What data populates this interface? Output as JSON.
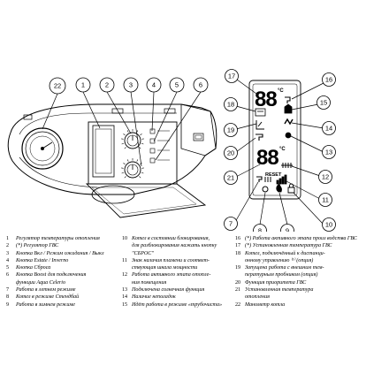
{
  "callouts_left": [
    "22",
    "1",
    "2",
    "3",
    "4",
    "5",
    "6"
  ],
  "callouts_right": [
    "17",
    "16",
    "18",
    "15",
    "19",
    "14",
    "20",
    "13",
    "12",
    "21",
    "11",
    "7",
    "8",
    "9",
    "10"
  ],
  "display": {
    "top_digits": "88",
    "top_unit": "°C",
    "bottom_digits": "88",
    "bottom_unit": "°C",
    "reset_label": "RESET"
  },
  "legend": {
    "col1": [
      {
        "n": "1",
        "text": "Регулятор температуры отопления"
      },
      {
        "n": "2",
        "text": "(*) Регулятор ГВС"
      },
      {
        "n": "3",
        "text": "Кнопка Вкл / Режим ожидания / Выкл"
      },
      {
        "n": "4",
        "text": "Кнопка Estate / Inverno"
      },
      {
        "n": "5",
        "text": "Кнопка Сброса"
      },
      {
        "n": "6",
        "text": "Кнопка Boost для подключения"
      },
      {
        "n": "",
        "text": "функции Aqua Celerio"
      },
      {
        "n": "7",
        "text": "Работа в летнем режиме"
      },
      {
        "n": "8",
        "text": "Котел в режиме Стендбай"
      },
      {
        "n": "9",
        "text": "Работа в зимнем режиме"
      }
    ],
    "col2": [
      {
        "n": "10",
        "text": "Котел в состоянии блокирования,"
      },
      {
        "n": "",
        "text": "для разблокирования нажать кнопку"
      },
      {
        "n": "",
        "text": "\"СБРОС\""
      },
      {
        "n": "11",
        "text": "Знак наличия пламени и соответ-"
      },
      {
        "n": "",
        "text": "ствующая шкала мощности"
      },
      {
        "n": "12",
        "text": "Работа активного этапа отопле-"
      },
      {
        "n": "",
        "text": "ния помещения"
      },
      {
        "n": "13",
        "text": "Подключена солнечная функция"
      },
      {
        "n": "14",
        "text": "Наличие неполадок"
      },
      {
        "n": "15",
        "text": "Идёт работа в режиме «трубочиста»"
      }
    ],
    "col3": [
      {
        "n": "16",
        "text": "(*) Работа активного этапа произ водства ГВС"
      },
      {
        "n": "17",
        "text": "(*) Установленная температура ГВС"
      },
      {
        "n": "18",
        "text": "Котел, подключённый к дистанци-"
      },
      {
        "n": "",
        "text": "онному управлению ⁽¹⁾ (опция)"
      },
      {
        "n": "19",
        "text": "Запущена работа с внешним тем-"
      },
      {
        "n": "",
        "text": "пературным пробником (опция)"
      },
      {
        "n": "20",
        "text": "Функция приоритета ГВС"
      },
      {
        "n": "21",
        "text": "Установленная температура"
      },
      {
        "n": "",
        "text": "отопления"
      },
      {
        "n": "22",
        "text": "Манометр котла"
      }
    ]
  }
}
